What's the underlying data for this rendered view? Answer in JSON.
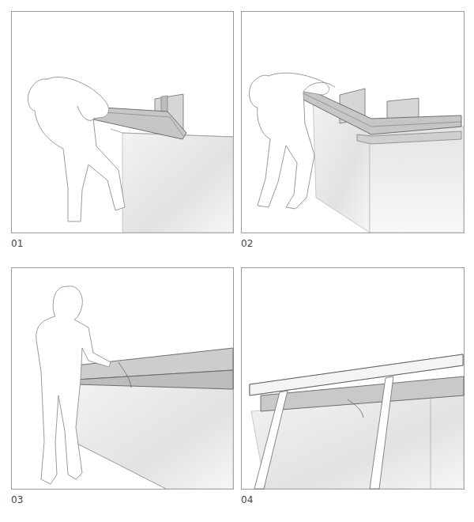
{
  "diagram": {
    "labels": [
      "01",
      "02",
      "03",
      "04"
    ]
  }
}
